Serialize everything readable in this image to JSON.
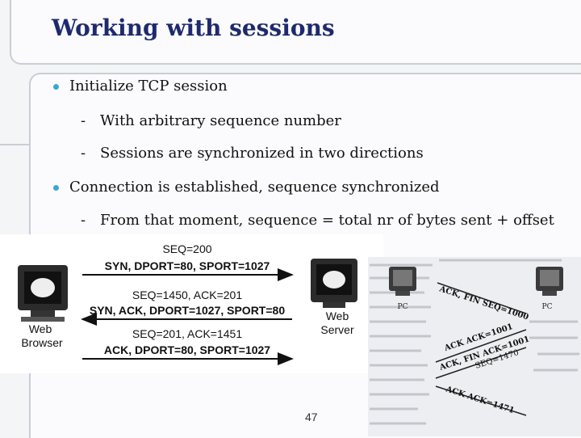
{
  "title": "Working with sessions",
  "bullets": [
    {
      "level": 1,
      "text": "Initialize TCP session"
    },
    {
      "level": 2,
      "text": "With arbitrary sequence number"
    },
    {
      "level": 2,
      "text": "Sessions are synchronized in two directions"
    },
    {
      "level": 1,
      "text": "Connection is established, sequence synchronized"
    },
    {
      "level": 2,
      "text": "From that moment, sequence = total nr of bytes sent + offset"
    }
  ],
  "dash_symbol": "-",
  "diagram": {
    "left_label_line1": "Web",
    "left_label_line2": "Browser",
    "right_label_line1": "Web",
    "right_label_line2": "Server",
    "messages": [
      {
        "top": "SEQ=200",
        "main": "SYN, DPORT=80, SPORT=1027",
        "direction": "right"
      },
      {
        "top": "SEQ=1450, ACK=201",
        "main": "SYN, ACK, DPORT=1027, SPORT=80",
        "direction": "left"
      },
      {
        "top": "SEQ=201, ACK=1451",
        "main": "ACK, DPORT=80, SPORT=1027",
        "direction": "right"
      }
    ]
  },
  "photo": {
    "left_label": "PC",
    "right_label": "PC",
    "labels": [
      "ACK, FIN SEQ=1000",
      "ACK ACK=1001",
      "ACK, FIN ACK=1001",
      "SEQ=1470",
      "ACK ACK=1471"
    ]
  },
  "slide_number": "47",
  "colors": {
    "title": "#1e2a6e",
    "bullet": "#3aa7d0",
    "frame": "#c9ced6"
  }
}
